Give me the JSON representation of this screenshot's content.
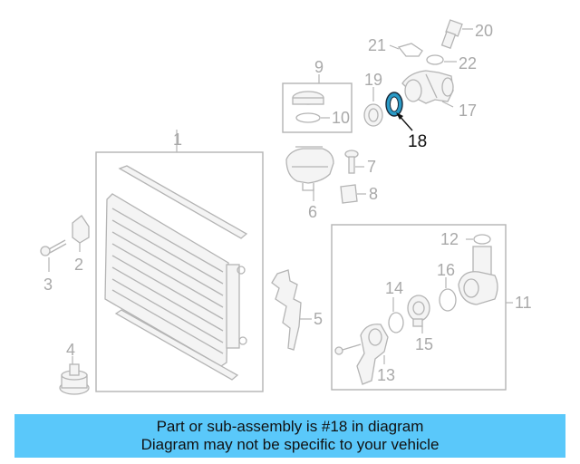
{
  "callouts": [
    "1",
    "2",
    "3",
    "4",
    "5",
    "6",
    "7",
    "8",
    "9",
    "10",
    "11",
    "12",
    "13",
    "14",
    "15",
    "16",
    "17",
    "18",
    "19",
    "20",
    "21",
    "22"
  ],
  "highlighted_part": "18",
  "colors": {
    "highlight": "#2a9ac6",
    "banner": "#5ac8fa",
    "parts": "#b4b4b4",
    "labels": "#a9a9a9"
  },
  "banner": {
    "line1": "Part or sub-assembly is #18 in diagram",
    "line2": "Diagram may not be specific to your vehicle"
  }
}
